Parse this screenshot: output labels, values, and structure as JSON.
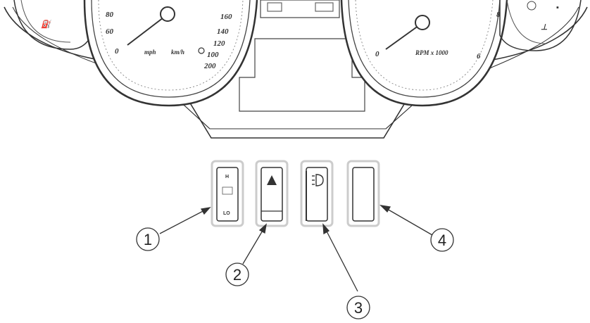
{
  "speedometer": {
    "unit_mph": "mph",
    "unit_kmh": "km/h",
    "zero_label": "0",
    "scale_labels": [
      "160",
      "140",
      "120",
      "100"
    ],
    "inner_labels": [
      "80",
      "60"
    ],
    "bottom_label": "200"
  },
  "tachometer": {
    "unit": "RPM x 1000",
    "zero_label": "0",
    "left_scale": "8",
    "right_scale": "6"
  },
  "switches": [
    {
      "id": "1",
      "top_label": "H",
      "bottom_label": "LO",
      "icon": "headlight-high-low-icon"
    },
    {
      "id": "2",
      "icon": "hazard-triangle-icon"
    },
    {
      "id": "3",
      "icon": "fog-light-icon"
    },
    {
      "id": "4",
      "icon": "blank-switch"
    }
  ],
  "callouts": [
    "1",
    "2",
    "3",
    "4"
  ],
  "colors": {
    "line": "#333333",
    "fill": "#ffffff",
    "inactive": "#bbbbbb"
  }
}
